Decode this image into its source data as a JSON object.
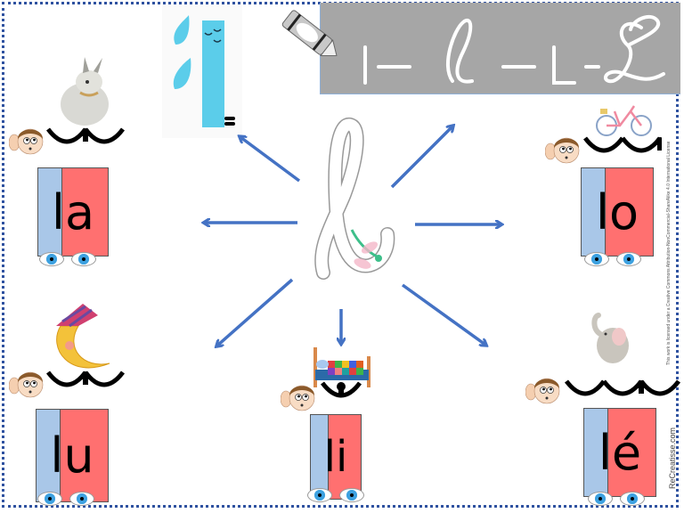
{
  "title": {
    "text": "l– ℓ –L-ℒ",
    "parts": [
      "l",
      "ℓ",
      "L",
      "ℒ"
    ]
  },
  "center_letter": "ℓ",
  "colors": {
    "frame": "#2f52a0",
    "title_bg": "#a6a6a6",
    "card_left": "#a9c7e8",
    "card_right": "#ff7070",
    "arrow": "#4472c4",
    "letter_blue": "#5bcdea"
  },
  "syllables": [
    {
      "id": "la",
      "text": "la",
      "picture": "rabbit-icon",
      "arcs": 2,
      "position": "left-top"
    },
    {
      "id": "lo",
      "text": "lo",
      "picture": "bicycle-icon",
      "arcs": 2,
      "position": "right-top"
    },
    {
      "id": "lu",
      "text": "lu",
      "picture": "moon-icon",
      "arcs": 2,
      "position": "left-bottom"
    },
    {
      "id": "li",
      "text": "li",
      "picture": "bed-icon",
      "arcs": 1,
      "position": "center-bottom"
    },
    {
      "id": "le",
      "text": "lé",
      "picture": "elephant-icon",
      "arcs": 3,
      "position": "right-bottom"
    }
  ],
  "side_credits": {
    "license": "This work is licensed under a Creative Commons Attribution-NonCommercial-ShareAlike 4.0 International License",
    "site": "ReCreatisse.com"
  }
}
